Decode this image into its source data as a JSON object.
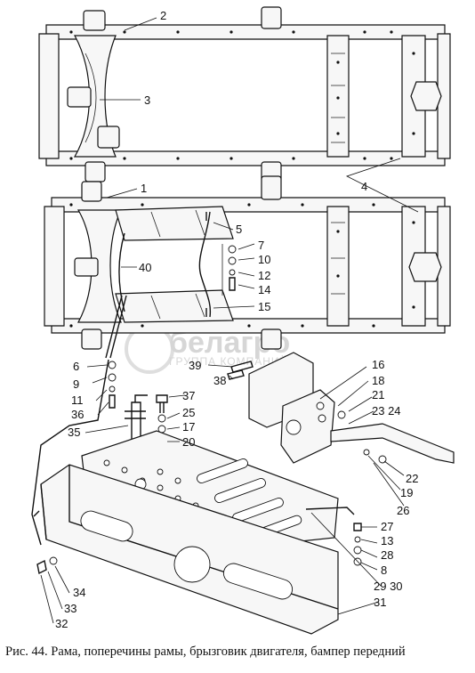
{
  "labels": {
    "frame_top": [
      "2",
      "3",
      "4"
    ],
    "frame_mid": [
      "1",
      "5",
      "7",
      "10",
      "12",
      "14",
      "15",
      "40"
    ],
    "left_fasteners": [
      "6",
      "9",
      "11",
      "36",
      "35"
    ],
    "center_fasteners": [
      "39",
      "38",
      "37",
      "25",
      "17",
      "20"
    ],
    "mudguard_right": [
      "16",
      "18",
      "21",
      "23 24",
      "22",
      "19",
      "26"
    ],
    "bumper_right": [
      "27",
      "13",
      "28",
      "8",
      "29 30",
      "31"
    ],
    "bumper_left": [
      "34",
      "33",
      "32"
    ]
  },
  "watermark": {
    "title": "белагро",
    "subtitle": "ГРУППА КОМПАНИЙ"
  },
  "caption": "Рис. 44. Рама, поперечины рамы, брызговик двигателя, бампер передний"
}
